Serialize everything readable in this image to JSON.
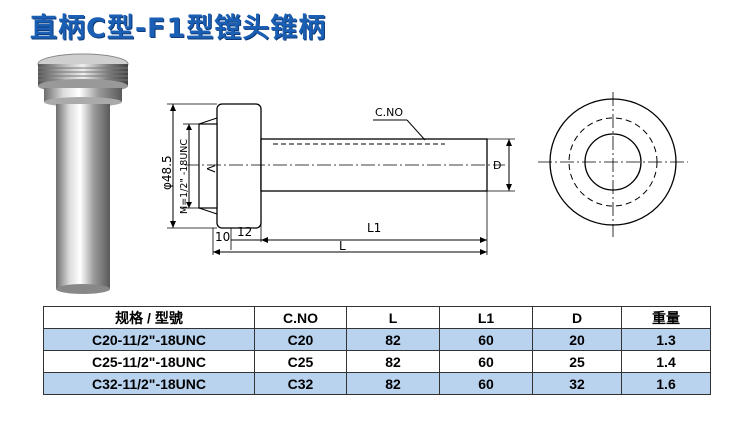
{
  "title": "直柄C型-F1型镗头锥柄",
  "drawing": {
    "cno_label": "C.NO",
    "dia_label": "φ48.5",
    "thread_label": "M=1/2\" -18UNC",
    "d_label": "D",
    "l1_label": "L1",
    "l_label": "L",
    "dim_10": "10",
    "dim_12": "12"
  },
  "table": {
    "headers": [
      "规格 / 型號",
      "C.NO",
      "L",
      "L1",
      "D",
      "重量"
    ],
    "rows": [
      [
        "C20-11/2\"-18UNC",
        "C20",
        "82",
        "60",
        "20",
        "1.3"
      ],
      [
        "C25-11/2\"-18UNC",
        "C25",
        "82",
        "60",
        "25",
        "1.4"
      ],
      [
        "C32-11/2\"-18UNC",
        "C32",
        "82",
        "60",
        "32",
        "1.6"
      ]
    ]
  },
  "colors": {
    "title": "#1a5fb4",
    "row_highlight": "#b9d2ee"
  }
}
